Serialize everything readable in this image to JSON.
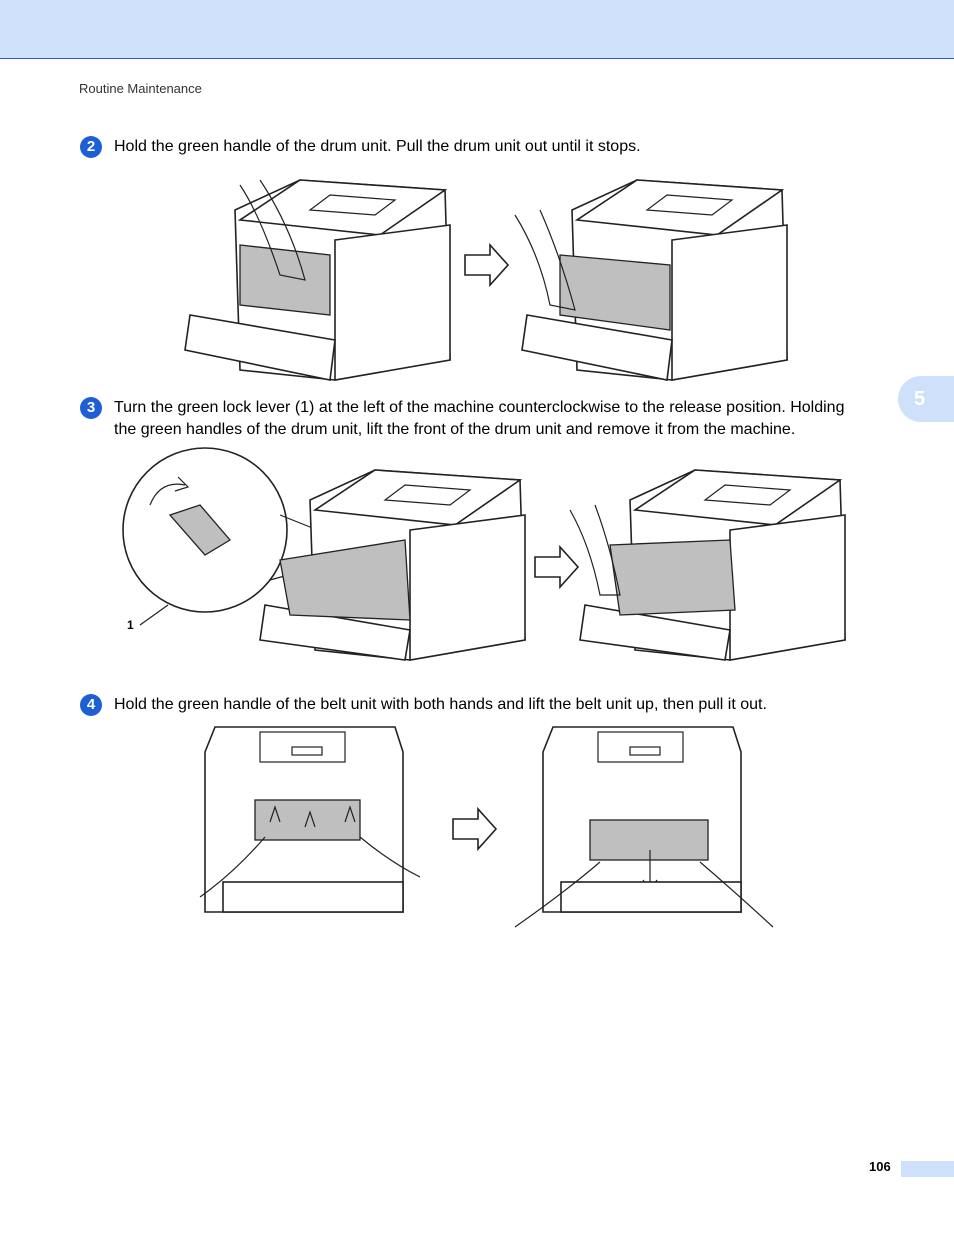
{
  "header": {
    "running_head": "Routine Maintenance"
  },
  "chapter_tab": {
    "number": "5"
  },
  "steps": [
    {
      "number": "2",
      "text": "Hold the green handle of the drum unit. Pull the drum unit out until it stops."
    },
    {
      "number": "3",
      "text_line1": "Turn the green lock lever (1) at the left of the machine counterclockwise to the release position. Holding",
      "text_line2": "the green handles of the drum unit, lift the front of the drum unit and remove it from the machine."
    },
    {
      "number": "4",
      "text": "Hold the green handle of the belt unit with both hands and lift the belt unit up, then pull it out."
    }
  ],
  "figure_callout": {
    "label": "1"
  },
  "footer": {
    "page_number": "106"
  }
}
